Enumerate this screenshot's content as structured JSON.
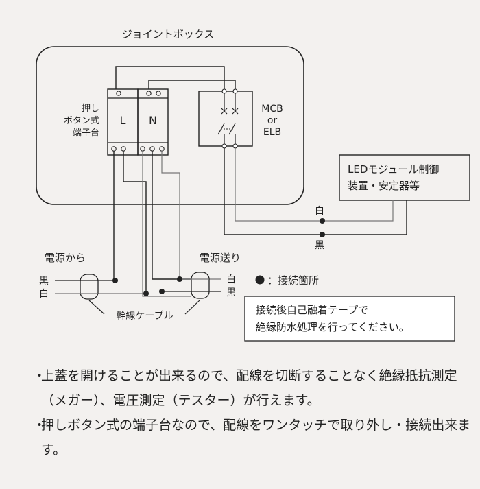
{
  "labels": {
    "junction_box": "ジョイントボックス",
    "terminal_block_line1": "押し",
    "terminal_block_line2": "ボタン式",
    "terminal_block_line3": "端子台",
    "terminal_L": "L",
    "terminal_N": "N",
    "breaker_line1": "MCB",
    "breaker_line2": "or",
    "breaker_line3": "ELB",
    "led_unit_line1": "LEDモジュール制御",
    "led_unit_line2": "装置・安定器等",
    "wire_white_upper": "白",
    "wire_black_lower": "黒",
    "source_from": "電源から",
    "source_to": "電源送り",
    "from_black": "黒",
    "from_white": "白",
    "to_white": "白",
    "to_black": "黒",
    "trunk_cable": "幹線ケーブル",
    "legend_connection": "：接続箇所",
    "tape_note_line1": "接続後自己融着テープで",
    "tape_note_line2": "絶縁防水処理を行ってください。"
  },
  "notes": [
    "上蓋を開けることが出来るので、配線を切断することなく絶縁抵抗測定（メガー）、電圧測定（テスター）が行えます。",
    "押しボタン式の端子台なので、配線をワンタッチで取り外し・接続出来ます。"
  ]
}
